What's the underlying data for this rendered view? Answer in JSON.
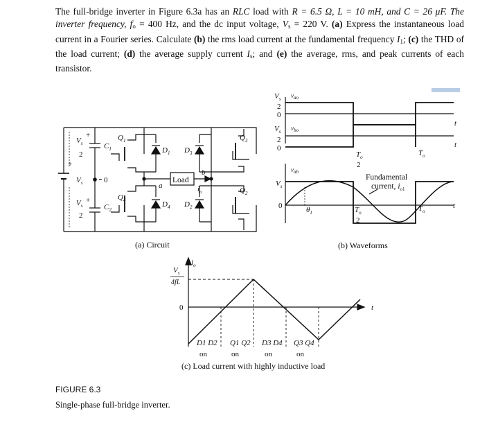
{
  "problem": {
    "s1": "The full-bridge inverter in Figure 6.3a has an",
    "s2": "RLC",
    "s3": "load with",
    "s4": "R = 6.5 Ω, L = 10 mH, and",
    "s5": "C = 26 μF. The inverter frequency,",
    "s6": "f",
    "s7": "o",
    "s8": "= 400 Hz, and the dc input voltage,",
    "s9": "V",
    "s10": "s",
    "s11": "= 220 V.",
    "a_label": "(a)",
    "a_text": "Express the instantaneous load current in a Fourier series. Calculate",
    "b_label": "(b)",
    "b_text": "the rms load current at the fundamental frequency",
    "b_sym": "I",
    "b_sub": "1",
    "c_label": "(c)",
    "c_text": "the THD of the load current;",
    "d_label": "(d)",
    "d_text": "the average supply current",
    "d_sym": "I",
    "d_sub": "s",
    "d_and": "; and",
    "e_label": "(e)",
    "e_text": "the average, rms, and peak currents of each transistor."
  },
  "circuit": {
    "vs_half_top": "V",
    "vs_half_sub": "s",
    "vs_half_den": "2",
    "vs_label": "V",
    "vs_sub": "s",
    "zero": "0",
    "c1": "C",
    "c1_sub": "1",
    "c2": "C",
    "c2_sub": "2",
    "q1": "Q",
    "q1_sub": "1",
    "q2": "Q",
    "q2_sub": "2",
    "q3": "Q",
    "q3_sub": "3",
    "q4": "Q",
    "q4_sub": "4",
    "d1": "D",
    "d1_sub": "1",
    "d2": "D",
    "d2_sub": "2",
    "d3": "D",
    "d3_sub": "3",
    "d4": "D",
    "d4_sub": "4",
    "load": "Load",
    "node_a": "a",
    "node_b": "b",
    "io": "i",
    "io_sub": "o",
    "plus": "+",
    "caption": "(a) Circuit"
  },
  "waveforms": {
    "vao": "v",
    "vao_sub": "ao",
    "vbo": "v",
    "vbo_sub": "bo",
    "vab": "v",
    "vab_sub": "ab",
    "vs_over_2": "V",
    "vs_sub": "s",
    "two": "2",
    "vs": "V",
    "zero": "0",
    "t": "t",
    "to_over_2": "T",
    "to_sub": "o",
    "To": "T",
    "To_sub": "o",
    "fundamental": "Fundamental",
    "current": "current,",
    "i01": "i",
    "i01_sub": "o1",
    "theta": "θ",
    "theta_sub": "1",
    "caption": "(b) Waveforms"
  },
  "inductive": {
    "io": "i",
    "io_sub": "o",
    "vs": "V",
    "vs_sub": "s",
    "den": "4fL",
    "zero": "0",
    "t": "t",
    "on": "on",
    "labels": [
      "D1 D2",
      "Q1 Q2",
      "D3 D4",
      "Q3 Q4"
    ],
    "caption": "(c) Load current with highly inductive load"
  },
  "figure": {
    "label": "FIGURE 6.3",
    "title": "Single-phase full-bridge inverter."
  }
}
